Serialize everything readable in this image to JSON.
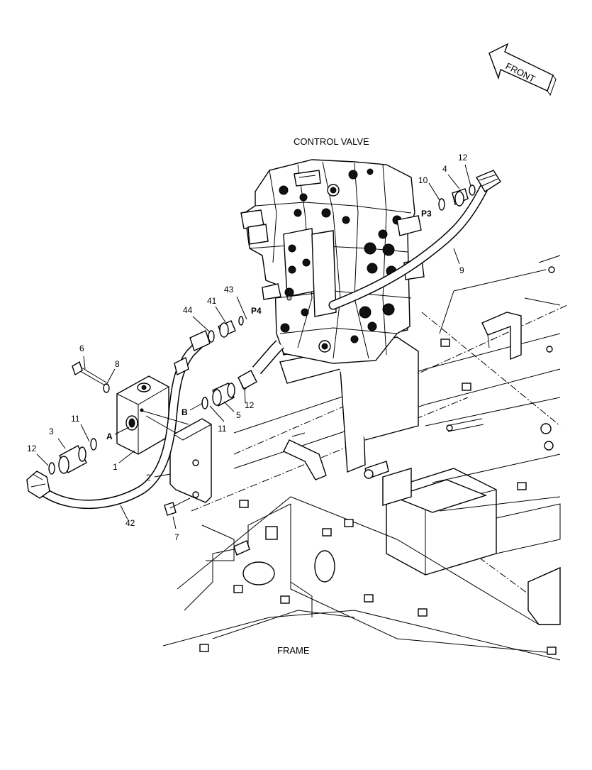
{
  "captions": {
    "front": "FRONT",
    "control_valve": "CONTROL VALVE",
    "frame": "FRAME"
  },
  "ports": {
    "a": "A",
    "b": "B",
    "p3": "P3",
    "p4": "P4"
  },
  "callouts": {
    "n1": "1",
    "n2": "2",
    "n3": "3",
    "n4": "4",
    "n5": "5",
    "n6": "6",
    "n7": "7",
    "n8": "8",
    "n9": "9",
    "n10": "10",
    "n11a": "11",
    "n11b": "11",
    "n12a": "12",
    "n12b": "12",
    "n12c": "12",
    "n41": "41",
    "n42": "42",
    "n43": "43",
    "n44": "44"
  }
}
